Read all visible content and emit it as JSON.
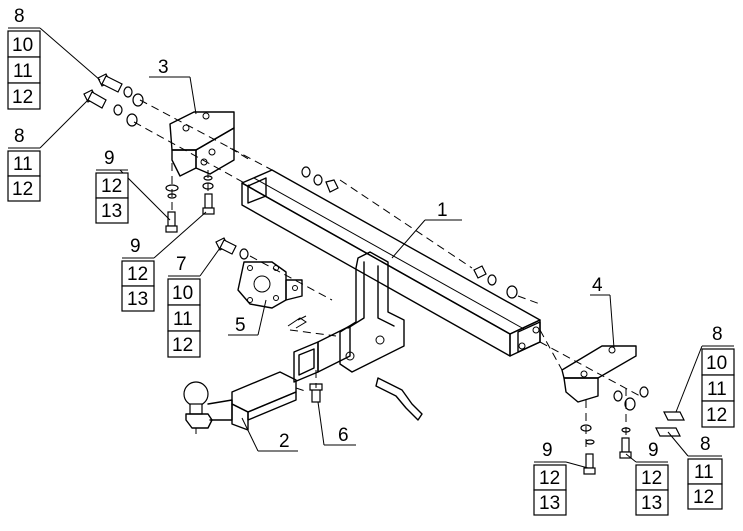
{
  "callouts": {
    "top_left_a": {
      "head": "8",
      "rows": [
        "10",
        "11",
        "12"
      ]
    },
    "top_left_b": {
      "head": "8",
      "rows": [
        "11",
        "12"
      ]
    },
    "left_9a": {
      "head": "9",
      "rows": [
        "12",
        "13"
      ]
    },
    "left_9b": {
      "head": "9",
      "rows": [
        "12",
        "13"
      ]
    },
    "left_7": {
      "head": "7",
      "rows": [
        "10",
        "11",
        "12"
      ]
    },
    "right_a": {
      "head": "8",
      "rows": [
        "10",
        "11",
        "12"
      ]
    },
    "right_b": {
      "head": "8",
      "rows": [
        "11",
        "12"
      ]
    },
    "bottom_9a": {
      "head": "9",
      "rows": [
        "12",
        "13"
      ]
    },
    "bottom_9b": {
      "head": "9",
      "rows": [
        "12",
        "13"
      ]
    }
  },
  "part_numbers": {
    "p1": "1",
    "p2": "2",
    "p3": "3",
    "p4": "4",
    "p5": "5",
    "p6": "6"
  }
}
